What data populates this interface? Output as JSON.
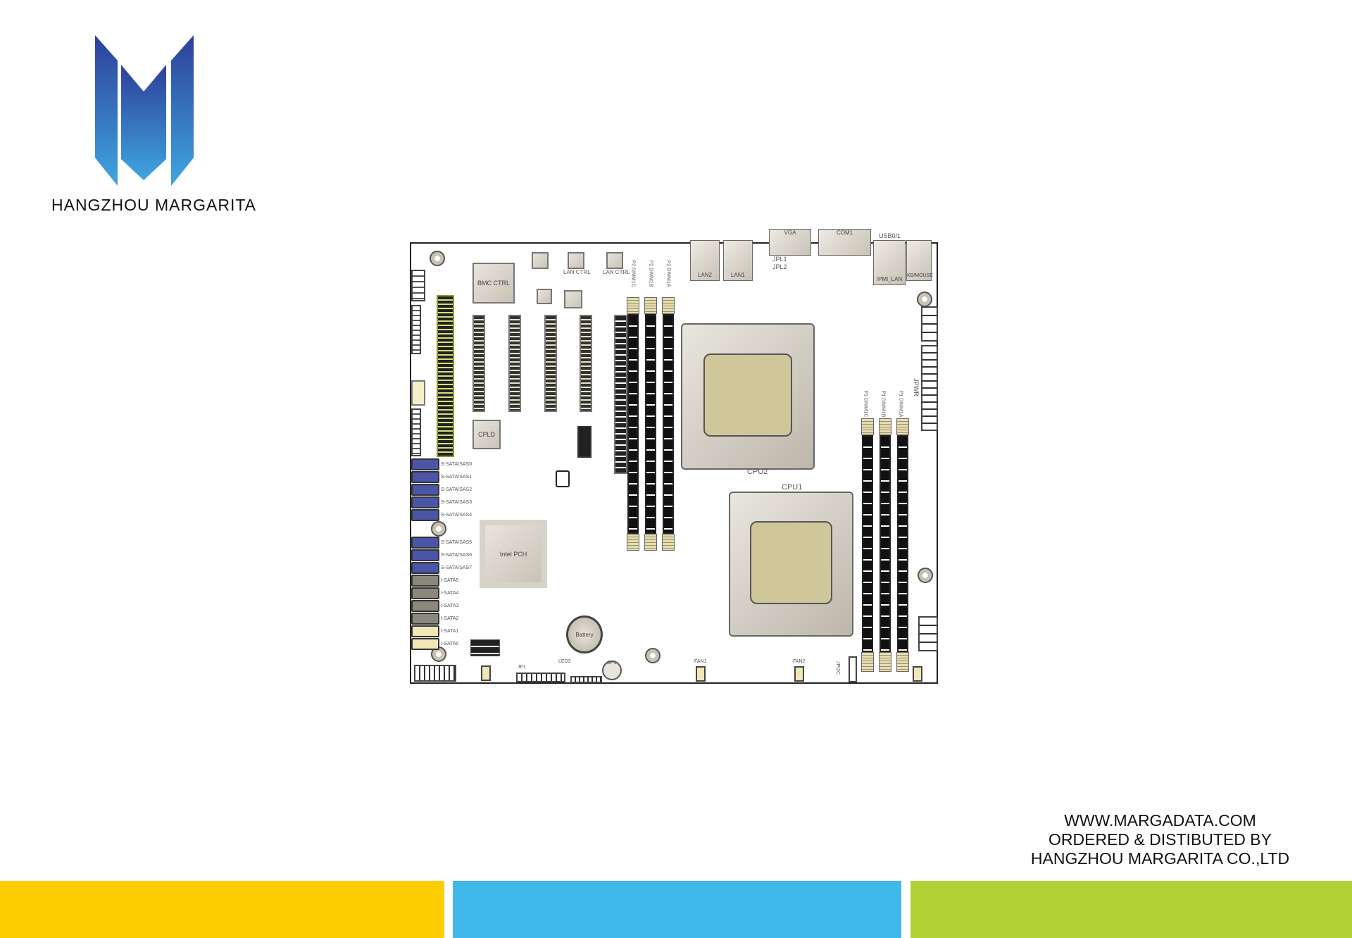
{
  "brand": {
    "logo_name": "HANGZHOU MARGARITA",
    "colors": {
      "logo_top": "#2e3f9b",
      "logo_bottom": "#3fa6e0"
    }
  },
  "footer": {
    "website": "WWW.MARGADATA.COM",
    "line2": "ORDERED & DISTIBUTED BY",
    "line3": "HANGZHOU MARGARITA CO.,LTD"
  },
  "color_bars": [
    "#fdcd00",
    "#40b8ea",
    "#b1d235"
  ],
  "board": {
    "labels": {
      "cpu1": "CPU1",
      "cpu2": "CPU2",
      "bmc": "BMC CTRL",
      "lan_ctrl_1": "LAN CTRL",
      "lan_ctrl_2": "LAN CTRL",
      "pch": "Intel PCH",
      "cpld": "CPLD",
      "battery": "Battery",
      "vga": "VGA",
      "com1": "COM1",
      "usb01": "USB0/1",
      "lan2": "LAN2",
      "lan1": "LAN1",
      "ipmi_lan": "IPMI_LAN",
      "kb_mouse": "KB/MOUSE",
      "fan1": "FAN1",
      "fan2": "FAN2",
      "jpi2c": "JPI2C",
      "jf1": "JF1",
      "led3": "LED3",
      "sp1": "SP1",
      "jpl1": "JPL1",
      "jpl2": "JPL2",
      "jpwr1": "JPWR",
      "p1_dimms": [
        "P1 DIMM1C",
        "P1 DIMM1B",
        "P1 DIMM1A"
      ],
      "p2_dimms": [
        "P2 DIMM1C",
        "P2 DIMM1B",
        "P2 DIMM1A"
      ],
      "sata": [
        "S-SATA/SAS0",
        "S-SATA/SAS1",
        "S-SATA/SAS2",
        "S-SATA/SAS3",
        "S-SATA/SAS4",
        "S-SATA/SAS5",
        "S-SATA/SAS6",
        "S-SATA/SAS7",
        "I-SATA5",
        "I-SATA4",
        "I-SATA3",
        "I-SATA2",
        "I-SATA1",
        "I-SATA0"
      ]
    }
  }
}
